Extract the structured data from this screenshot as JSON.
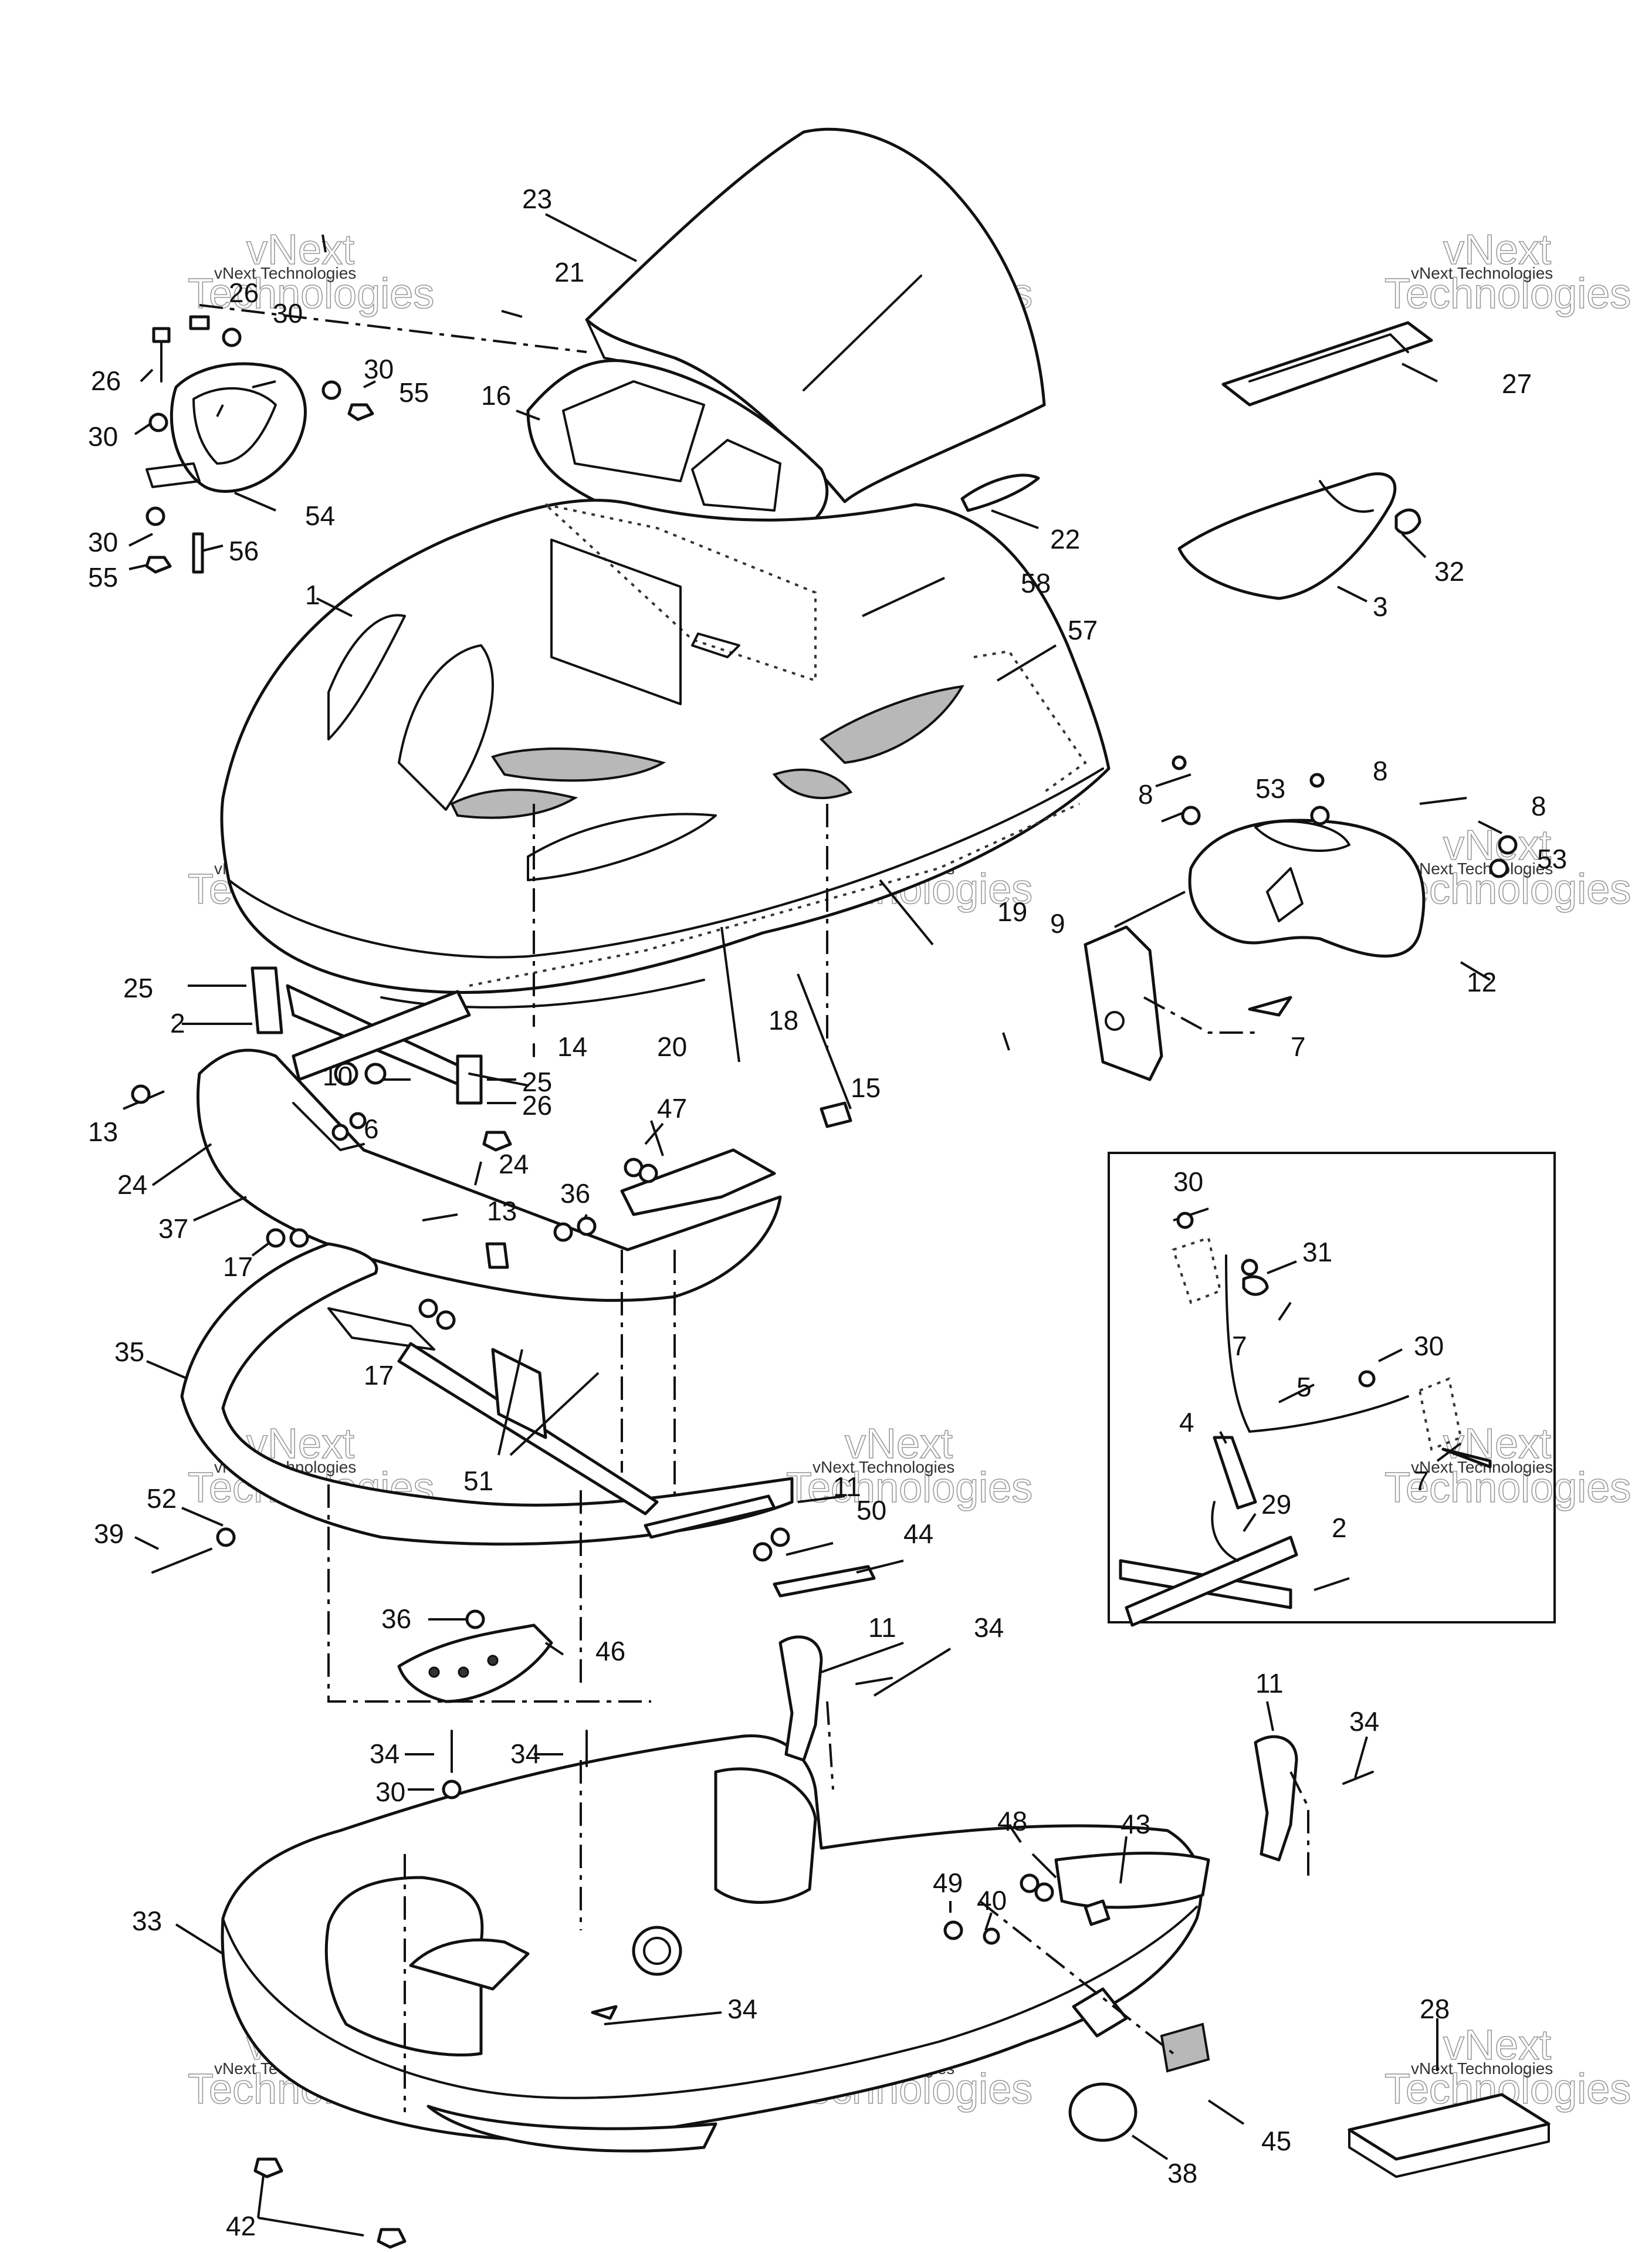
{
  "watermark": {
    "line1": "vNext",
    "line2": "Technologies",
    "small": "vNext Technologies"
  },
  "callouts": {
    "c1": "1",
    "c2a": "2",
    "c2b": "2",
    "c3": "3",
    "c4": "4",
    "c5": "5",
    "c6": "6",
    "c7a": "7",
    "c7b": "7",
    "c7c": "7",
    "c8a": "8",
    "c8b": "8",
    "c8c": "8",
    "c9": "9",
    "c10": "10",
    "c11a": "11",
    "c11b": "11",
    "c11c": "11",
    "c12": "12",
    "c13a": "13",
    "c13b": "13",
    "c14": "14",
    "c15": "15",
    "c16": "16",
    "c17a": "17",
    "c17b": "17",
    "c18": "18",
    "c19": "19",
    "c20": "20",
    "c21": "21",
    "c22": "22",
    "c23": "23",
    "c24a": "24",
    "c24b": "24",
    "c25a": "25",
    "c25b": "25",
    "c26a": "26",
    "c26b": "26",
    "c26c": "26",
    "c27": "27",
    "c28": "28",
    "c29": "29",
    "c30a": "30",
    "c30b": "30",
    "c30c": "30",
    "c30d": "30",
    "c30e": "30",
    "c30f": "30",
    "c30g": "30",
    "c31": "31",
    "c32": "32",
    "c33": "33",
    "c34a": "34",
    "c34b": "34",
    "c34c": "34",
    "c34d": "34",
    "c34e": "34",
    "c35": "35",
    "c36a": "36",
    "c36b": "36",
    "c37": "37",
    "c38": "38",
    "c39": "39",
    "c40": "40",
    "c42": "42",
    "c43": "43",
    "c44": "44",
    "c45": "45",
    "c46": "46",
    "c47": "47",
    "c48": "48",
    "c49": "49",
    "c50": "50",
    "c51": "51",
    "c52": "52",
    "c53a": "53",
    "c53b": "53",
    "c54": "54",
    "c55a": "55",
    "c55b": "55",
    "c56": "56",
    "c57": "57",
    "c58": "58"
  }
}
